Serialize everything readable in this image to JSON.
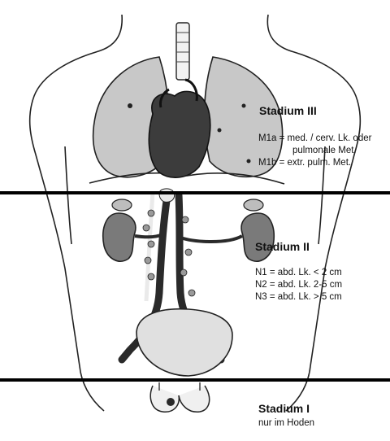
{
  "stages": [
    {
      "title": "Stadium III",
      "lines": [
        "M1a  = med. / cerv. Lk. oder",
        "pulmonale Met.",
        "M1b  = extr. pulm. Met."
      ]
    },
    {
      "title": "Stadium II",
      "lines": [
        "N1 = abd. Lk. < 2 cm",
        "N2 = abd. Lk. 2-5 cm",
        "N3 = abd. Lk. > 5 cm"
      ]
    },
    {
      "title": "Stadium I",
      "lines": [
        "nur im Hoden"
      ]
    }
  ],
  "colors": {
    "divider": "#000000",
    "outline": "#222222",
    "lung_fill": "#c8c8c8",
    "heart_fill": "#3c3c3c",
    "kidney_fill": "#7a7a7a",
    "vessel_dark": "#2a2a2a",
    "bladder_fill": "#e0e0e0"
  },
  "icons": [
    "torso-outline",
    "lungs",
    "heart",
    "kidneys",
    "great-vessels",
    "bladder",
    "testes"
  ]
}
